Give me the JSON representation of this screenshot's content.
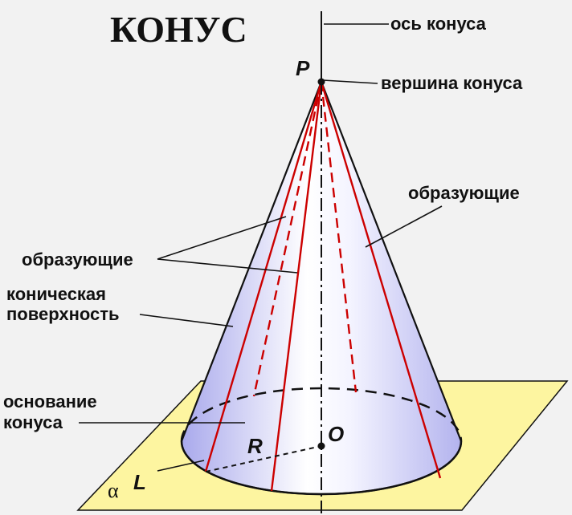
{
  "title": "КОНУС",
  "labels": {
    "axis": "ось конуса",
    "apex": "вершина конуса",
    "generatrices_right": "образующие",
    "generatrices_left": "образующие",
    "surface_line1": "коническая",
    "surface_line2": "поверхность",
    "base_line1": "основание",
    "base_line2": "конуса"
  },
  "points": {
    "apex": "P",
    "center": "O",
    "radius": "R",
    "point_on_circle": "L",
    "plane": "α"
  },
  "colors": {
    "background": "#f2f2f2",
    "plane": "#fdf5a0",
    "cone_light": "#ffffff",
    "cone_shade": "#b9b9ef",
    "generatrix": "#cc0000",
    "line": "#111111"
  }
}
